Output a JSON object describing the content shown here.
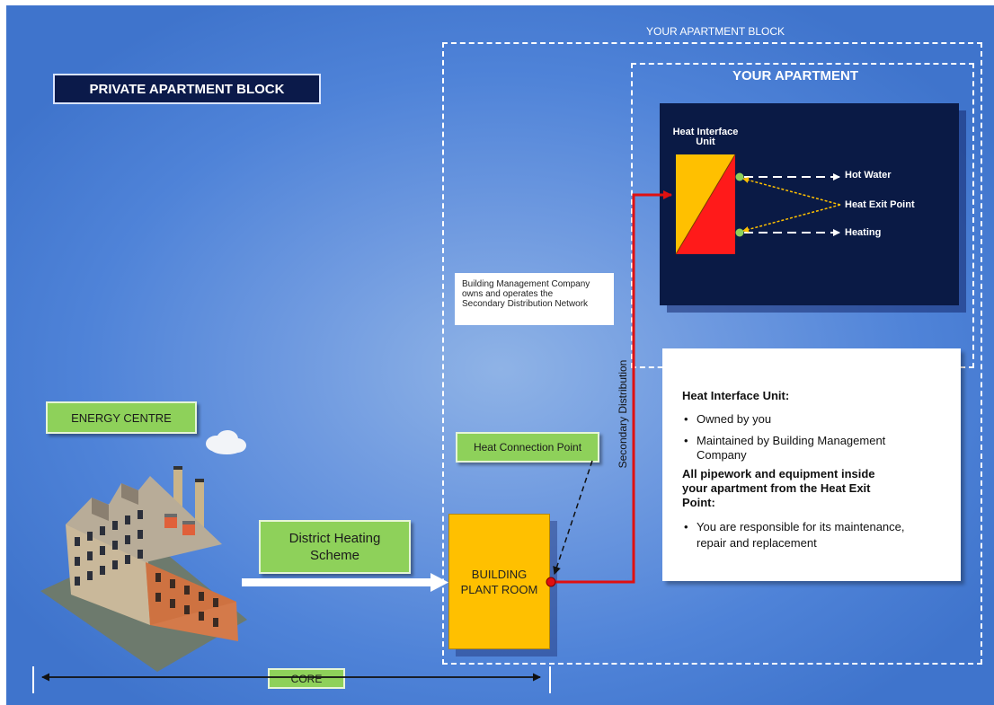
{
  "labels": {
    "private_block": "PRIVATE APARTMENT BLOCK",
    "your_apartment_block": "YOUR APARTMENT BLOCK",
    "your_apartment": "YOUR APARTMENT",
    "energy_centre": "ENERGY CENTRE",
    "district_heating_line1": "District Heating",
    "district_heating_line2": "Scheme",
    "heat_connection_point": "Heat Connection Point",
    "building_plant_room_line1": "BUILDING",
    "building_plant_room_line2": "PLANT ROOM",
    "secondary_distribution": "Secondary Distribution",
    "core": "CORE",
    "hiu_title_line1": "Heat Interface",
    "hiu_title_line2": "Unit",
    "hot_water": "Hot Water",
    "heat_exit_point": "Heat Exit Point",
    "heating": "Heating"
  },
  "bmc_note": {
    "line1": "Building Management Company",
    "line2": "owns and operates the",
    "line3": "Secondary Distribution Network"
  },
  "info": {
    "title": "Heat Interface Unit:",
    "bullet1": "Owned by you",
    "bullet2_line1": "Maintained by Building Management",
    "bullet2_line2": "Company",
    "bold_line1": "All pipework and equipment inside",
    "bold_line2": "your apartment from the Heat Exit",
    "bold_line3": "Point:",
    "bullet3_line1": "You are responsible for its maintenance,",
    "bullet3_line2": "repair and replacement"
  },
  "colors": {
    "background": "#4f83d8",
    "navy": "#0a1a45",
    "green_label": "#8ed15a",
    "amber": "#ffc000",
    "pipe_red": "#e01010",
    "exit_point_green": "#8ed15a"
  },
  "icons": {
    "factory": "factory-illustration",
    "cloud": "cloud-icon"
  }
}
